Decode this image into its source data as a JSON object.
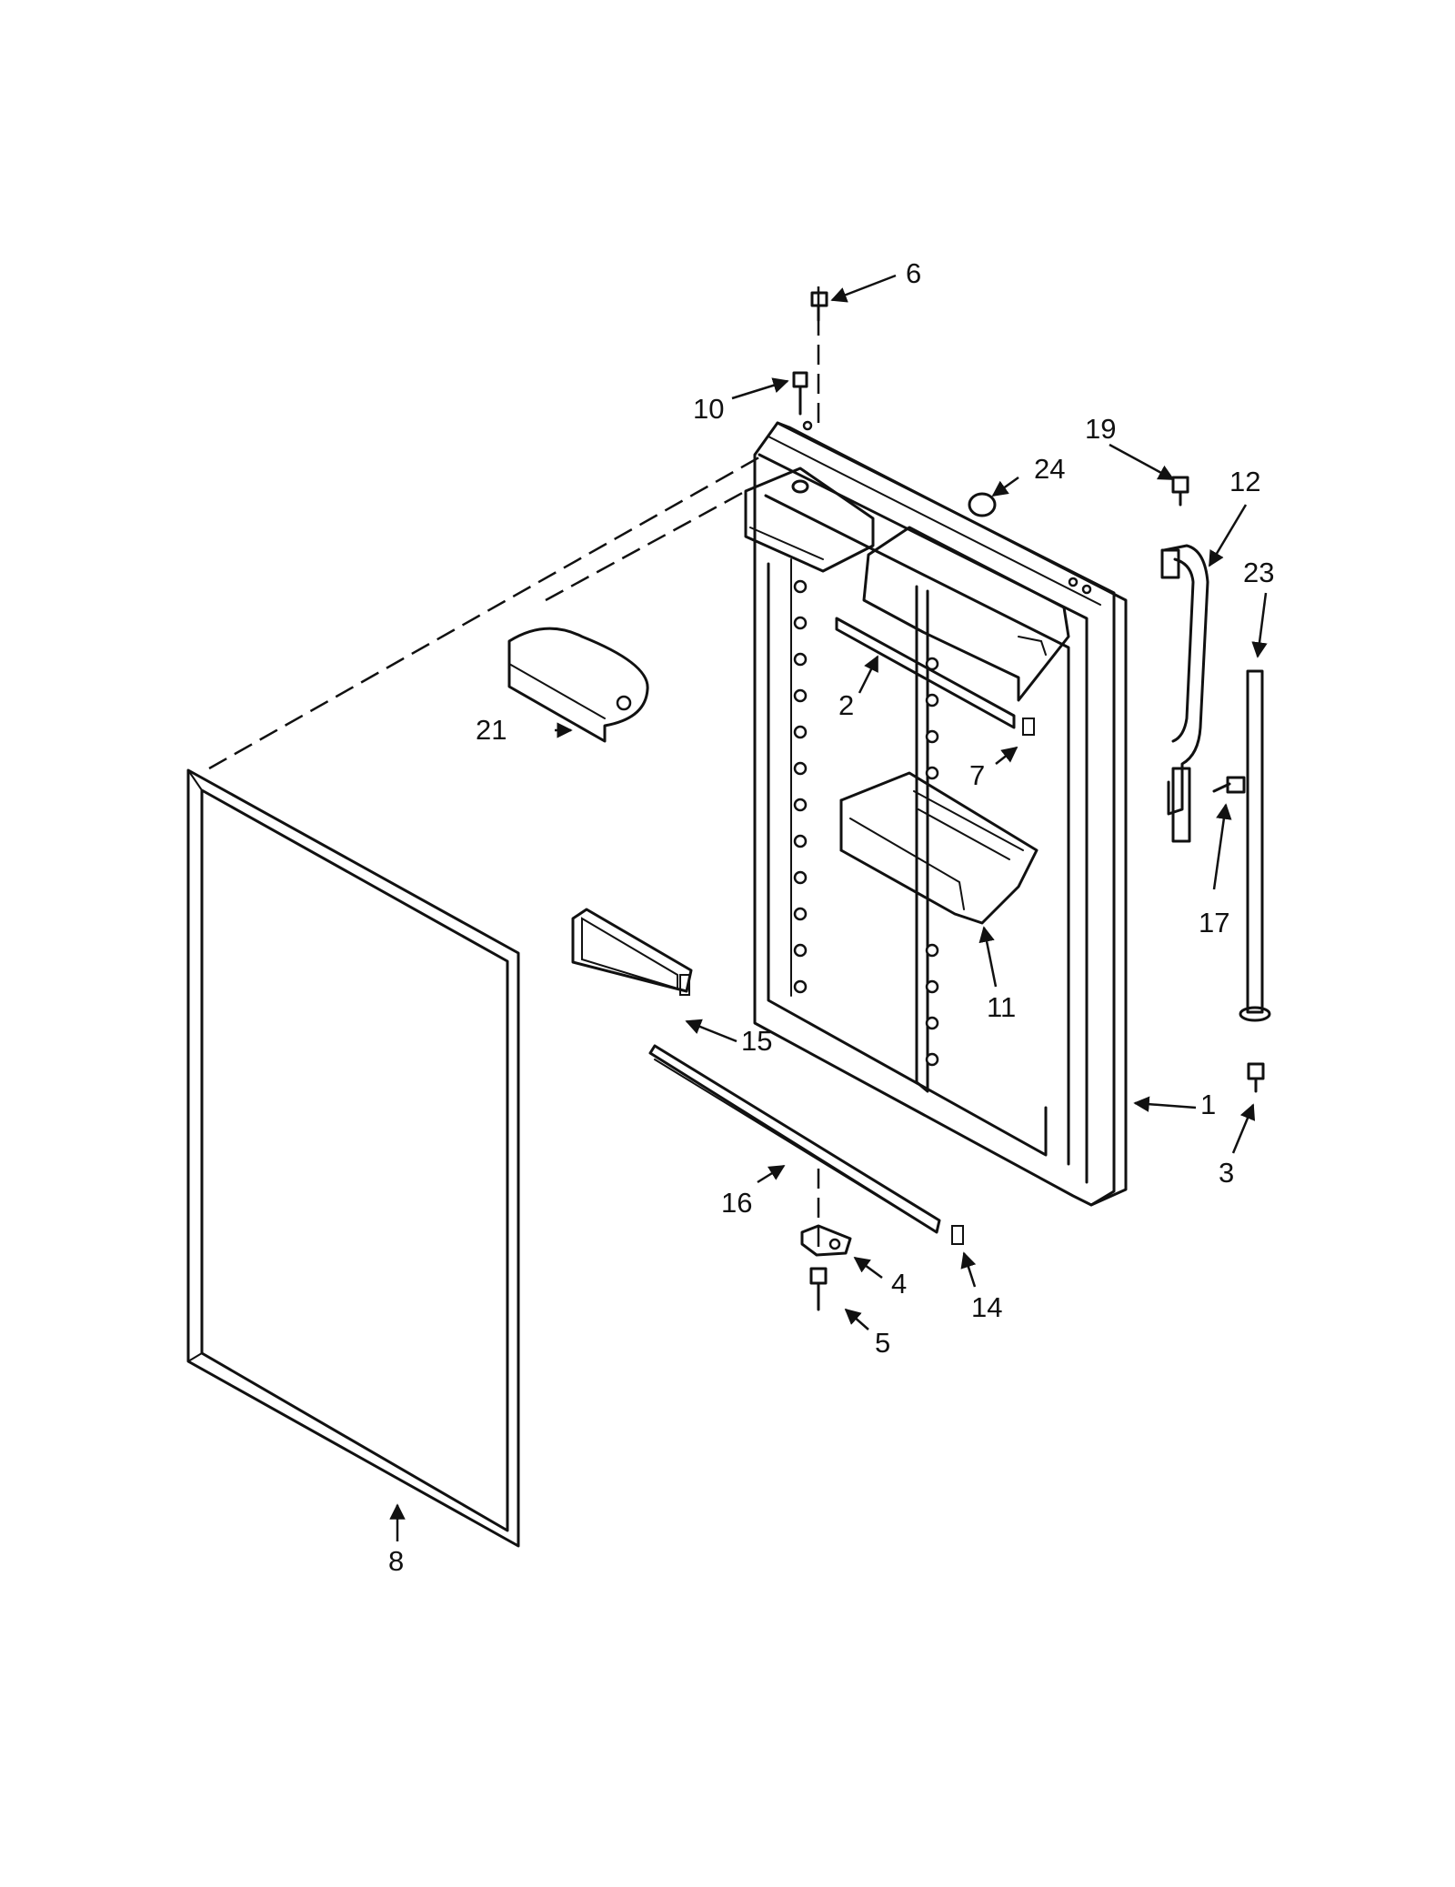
{
  "diagram": {
    "type": "exploded-parts-diagram",
    "callouts": [
      "1",
      "2",
      "3",
      "4",
      "5",
      "6",
      "7",
      "8",
      "10",
      "11",
      "12",
      "14",
      "15",
      "16",
      "17",
      "19",
      "21",
      "23",
      "24"
    ]
  }
}
